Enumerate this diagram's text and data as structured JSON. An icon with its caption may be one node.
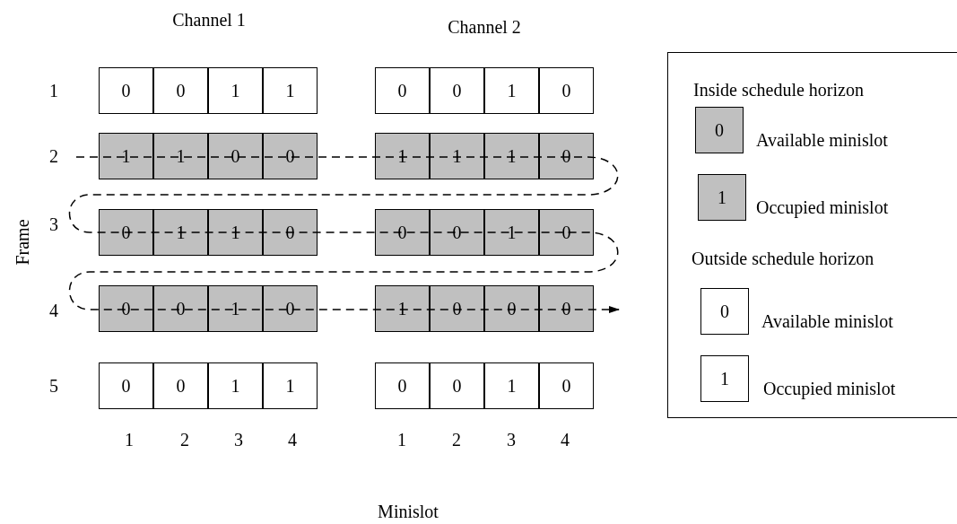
{
  "diagram": {
    "nodes": [
      {
        "text": [
          "0"
        ]
      },
      {
        "text": [
          "0"
        ]
      },
      {
        "text": [
          "1"
        ]
      },
      {
        "text": [
          "1"
        ]
      },
      {
        "text": [
          "0"
        ]
      },
      {
        "text": [
          "0"
        ]
      },
      {
        "text": [
          "1"
        ]
      },
      {
        "text": [
          "0"
        ]
      },
      {
        "text": [
          "1"
        ]
      },
      {
        "text": [
          "1"
        ]
      },
      {
        "text": [
          "0"
        ]
      },
      {
        "text": [
          "0"
        ]
      },
      {
        "text": [
          "1"
        ]
      },
      {
        "text": [
          "1"
        ]
      },
      {
        "text": [
          "1"
        ]
      },
      {
        "text": [
          "0"
        ]
      },
      {
        "text": [
          "0"
        ]
      },
      {
        "text": [
          "1"
        ]
      },
      {
        "text": [
          "1"
        ]
      },
      {
        "text": [
          "0"
        ]
      },
      {
        "text": [
          "0"
        ]
      },
      {
        "text": [
          "0"
        ]
      },
      {
        "text": [
          "1"
        ]
      },
      {
        "text": [
          "0"
        ]
      },
      {
        "text": [
          "0"
        ]
      },
      {
        "text": [
          "0"
        ]
      },
      {
        "text": [
          "1"
        ]
      },
      {
        "text": [
          "0"
        ]
      },
      {
        "text": [
          "1"
        ]
      },
      {
        "text": [
          "0"
        ]
      },
      {
        "text": [
          "0"
        ]
      },
      {
        "text": [
          "0"
        ]
      },
      {
        "text": [
          "0"
        ]
      },
      {
        "text": [
          "0"
        ]
      },
      {
        "text": [
          "1"
        ]
      },
      {
        "text": [
          "1"
        ]
      },
      {
        "text": [
          "0"
        ]
      },
      {
        "text": [
          "0"
        ]
      },
      {
        "text": [
          "1"
        ]
      },
      {
        "text": [
          "0"
        ]
      },
      {
        "text": [
          "Inside schedule horizon",
          "Outside schedule horizon"
        ]
      },
      {
        "text": [
          "0"
        ],
        "in": 40,
        "beside": [
          "Available minislot"
        ]
      },
      {
        "text": [
          "1"
        ],
        "in": 40,
        "beside": [
          "Occupied minislot"
        ]
      },
      {
        "text": [
          "0"
        ],
        "in": 40,
        "beside": [
          "Available minislot"
        ]
      },
      {
        "text": [
          "1"
        ],
        "in": 40,
        "beside": [
          "Occupied minislot"
        ]
      }
    ],
    "edges": [],
    "labels": [
      "Channel 1",
      "Channel 2",
      "1",
      "2",
      "3",
      "Frame",
      "4",
      "5",
      "1",
      "2",
      "3",
      "4",
      "1",
      "2",
      "3",
      "4",
      "Minislot"
    ]
  }
}
